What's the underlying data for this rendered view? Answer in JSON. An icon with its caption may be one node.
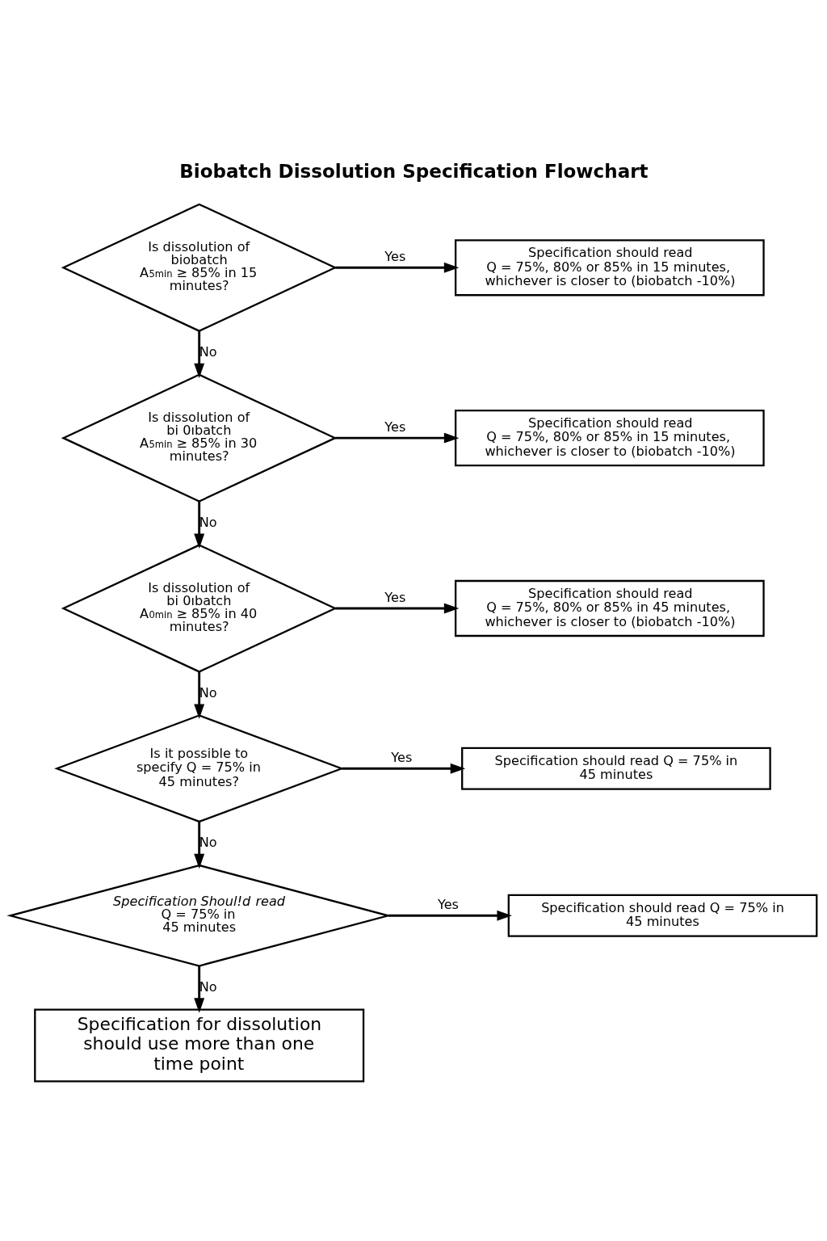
{
  "diagram": {
    "title": "Biobatch Dissolution Specification Flowchart",
    "nodes": [
      {
        "text": [
          "Is dissolution of biobatch A$_{5min}$ ≥ 85% in 15 minutes?"
        ]
      },
      {
        "text": [
          "Specification should read Q = 75%, 80% or 85% in 15 minutes, whichever is closer to (biobatch -10%)"
        ]
      },
      {
        "text": [
          "Is dissolution of bi 0ıbatch A$_{5min}$ ≥ 85% in 30 minutes?"
        ]
      },
      {
        "text": [
          "Specification should read Q = 75%, 80% or 85% in 15 minutes, whichever is closer to (biobatch -10%)"
        ]
      },
      {
        "text": [
          "Is dissolution of bi 0ıbatch A$_{0min}$ ≥ 85% in 40 minutes?"
        ]
      },
      {
        "text": [
          "Specification should read Q = 75%, 80% or 85% in 45 minutes, whichever is closer to (biobatch -10%)"
        ]
      },
      {
        "text": [
          "Is it possible to specify Q = 75% in 45 minutes?"
        ]
      },
      {
        "text": [
          "Specification should read Q = 75% in 45 minutes"
        ]
      },
      {
        "text": [
          "*Specification Shoul!d read* Q = 75% in 45 minutes"
        ]
      },
      {
        "text": [
          "Specification should read Q = 75% in 45 minutes"
        ]
      },
      {
        "text": [
          "Specification for dissolution should use more than one time point"
        ]
      }
    ],
    "edges": [
      {
        "from": 0,
        "to": 1,
        "arrow": "to",
        "label": "Yes"
      },
      {
        "from": 0,
        "to": 2,
        "arrow": "to",
        "label": "No"
      },
      {
        "from": 2,
        "to": 3,
        "arrow": "to",
        "label": "Yes"
      },
      {
        "from": 2,
        "to": 4,
        "arrow": "to",
        "label": "No"
      },
      {
        "from": 4,
        "to": 5,
        "arrow": "to",
        "label": "Yes"
      },
      {
        "from": 4,
        "to": 6,
        "arrow": "to",
        "label": "No"
      },
      {
        "from": 6,
        "to": 7,
        "arrow": "to",
        "label": "Yes"
      },
      {
        "from": 6,
        "to": 8,
        "arrow": "to",
        "label": "No"
      },
      {
        "from": 8,
        "to": 9,
        "arrow": "to",
        "label": "Yes"
      },
      {
        "from": 8,
        "to": 10,
        "arrow": "to",
        "label": "No"
      }
    ]
  }
}
